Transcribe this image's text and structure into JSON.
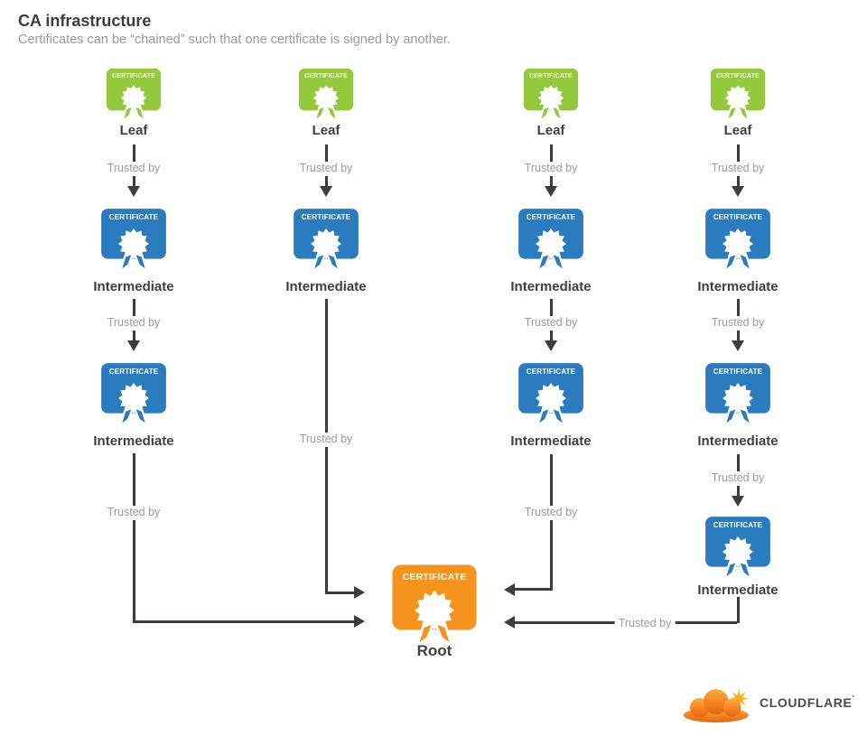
{
  "header": {
    "title": "CA infrastructure",
    "subtitle": "Certificates can be “chained” such that one certificate is signed by another."
  },
  "badge": {
    "word": "CERTIFICATE"
  },
  "edge_label": "Trusted by",
  "columns": [
    {
      "name": "chain-1",
      "nodes": [
        {
          "type": "leaf",
          "label": "Leaf"
        },
        {
          "type": "intermediate",
          "label": "Intermediate"
        },
        {
          "type": "intermediate",
          "label": "Intermediate"
        }
      ]
    },
    {
      "name": "chain-2",
      "nodes": [
        {
          "type": "leaf",
          "label": "Leaf"
        },
        {
          "type": "intermediate",
          "label": "Intermediate"
        }
      ]
    },
    {
      "name": "chain-3",
      "nodes": [
        {
          "type": "leaf",
          "label": "Leaf"
        },
        {
          "type": "intermediate",
          "label": "Intermediate"
        },
        {
          "type": "intermediate",
          "label": "Intermediate"
        }
      ]
    },
    {
      "name": "chain-4",
      "nodes": [
        {
          "type": "leaf",
          "label": "Leaf"
        },
        {
          "type": "intermediate",
          "label": "Intermediate"
        },
        {
          "type": "intermediate",
          "label": "Intermediate"
        },
        {
          "type": "intermediate",
          "label": "Intermediate"
        }
      ]
    }
  ],
  "root": {
    "label": "Root"
  },
  "colors": {
    "leaf": "#94C83D",
    "intermediate": "#2A7CBF",
    "root": "#F6921E",
    "connector": "#3D3D3D",
    "node_label": "#404040",
    "edge_label_text": "#9B9B9B"
  },
  "logo": {
    "brand": "CLOUDFLARE",
    "mark": "’"
  }
}
